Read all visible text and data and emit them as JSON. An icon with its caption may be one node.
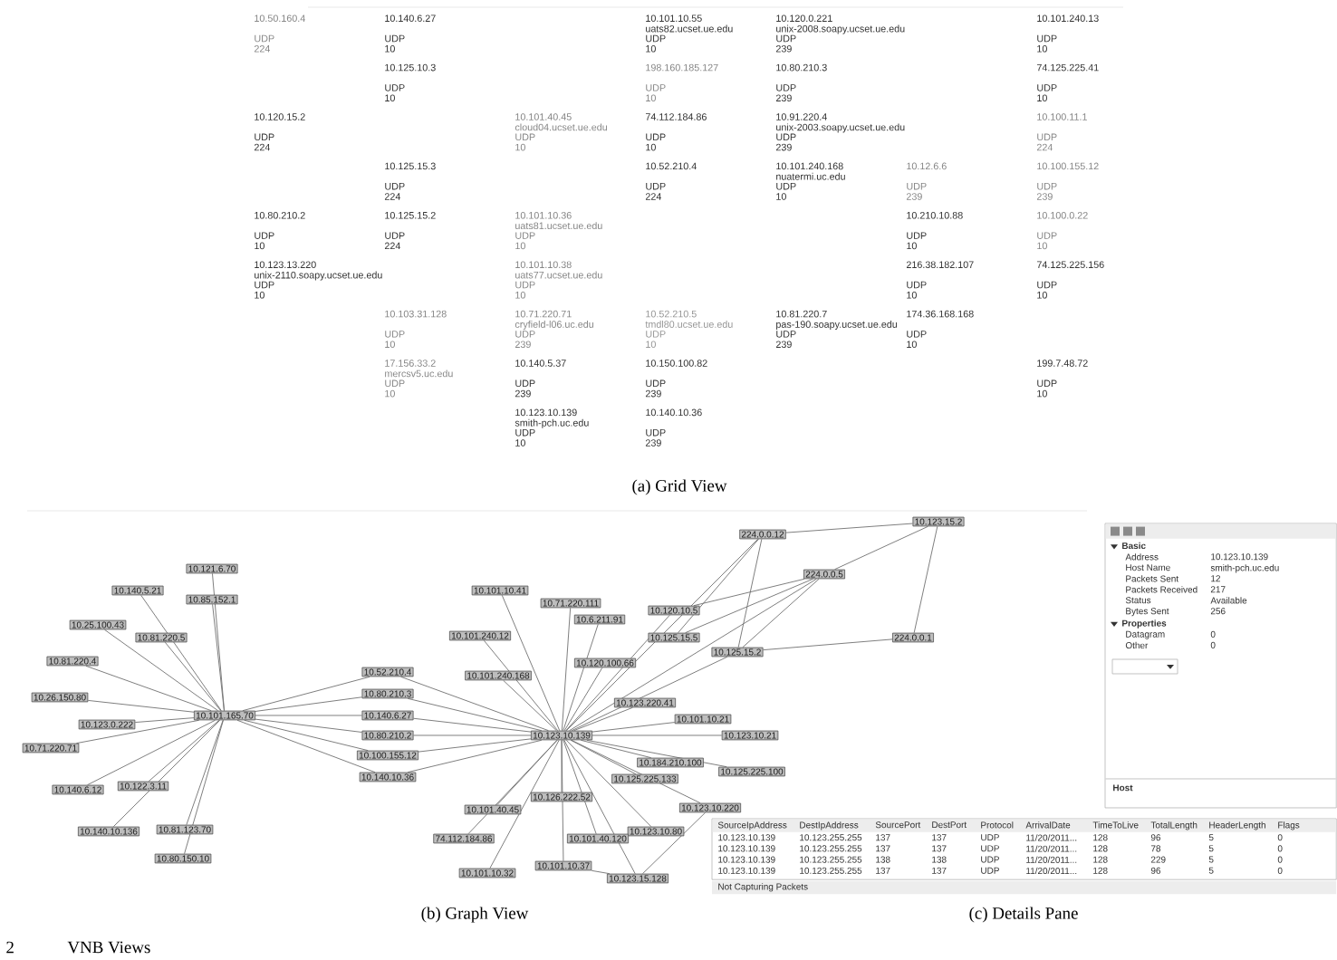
{
  "diagram": {
    "nodes": [
      {
        "text": [
          "10.101.165.70"
        ]
      },
      {
        "text": [
          "10.121.6.70"
        ]
      },
      {
        "text": [
          "10.140.5.21"
        ]
      },
      {
        "text": [
          "10.85.152.1"
        ]
      },
      {
        "text": [
          "10.25.100.43"
        ]
      },
      {
        "text": [
          "10.81.220.5"
        ]
      },
      {
        "text": [
          "10.81.220.4"
        ]
      },
      {
        "text": [
          "10.26.150.80"
        ]
      },
      {
        "text": [
          "10.123.0.222"
        ]
      },
      {
        "text": [
          "10.71.220.71"
        ]
      },
      {
        "text": [
          "10.140.6.12"
        ]
      },
      {
        "text": [
          "10.122.3.11"
        ]
      },
      {
        "text": [
          "10.140.10.136"
        ]
      },
      {
        "text": [
          "10.81.123.70"
        ]
      },
      {
        "text": [
          "10.80.150.10"
        ]
      },
      {
        "text": [
          "10.52.210.4"
        ]
      },
      {
        "text": [
          "10.80.210.3"
        ]
      },
      {
        "text": [
          "10.140.6.27"
        ]
      },
      {
        "text": [
          "10.80.210.2"
        ]
      },
      {
        "text": [
          "10.100.155.12"
        ]
      },
      {
        "text": [
          "10.140.10.36"
        ]
      },
      {
        "text": [
          "10.123.10.139"
        ]
      },
      {
        "text": [
          "10.101.10.41"
        ]
      },
      {
        "text": [
          "10.71.220.111"
        ]
      },
      {
        "text": [
          "10.6.211.91"
        ]
      },
      {
        "text": [
          "10.120.10.5"
        ]
      },
      {
        "text": [
          "10.101.240.12"
        ]
      },
      {
        "text": [
          "10.101.240.168"
        ]
      },
      {
        "text": [
          "10.120.100.66"
        ]
      },
      {
        "text": [
          "224.0.0.12"
        ]
      },
      {
        "text": [
          "10.123.15.2"
        ]
      },
      {
        "text": [
          "224.0.0.5"
        ]
      },
      {
        "text": [
          "10.125.15.5"
        ]
      },
      {
        "text": [
          "10.125.15.2"
        ]
      },
      {
        "text": [
          "224.0.0.1"
        ]
      },
      {
        "text": [
          "10.123.220.41"
        ]
      },
      {
        "text": [
          "10.101.10.21"
        ]
      },
      {
        "text": [
          "10.123.10.21"
        ]
      },
      {
        "text": [
          "10.184.210.100"
        ]
      },
      {
        "text": [
          "10.125.225.100"
        ]
      },
      {
        "text": [
          "10.125.225.133"
        ]
      },
      {
        "text": [
          "10.126.222.52"
        ]
      },
      {
        "text": [
          "10.123.10.220"
        ]
      },
      {
        "text": [
          "10.123.10.80"
        ]
      },
      {
        "text": [
          "10.101.40.45"
        ]
      },
      {
        "text": [
          "74.112.184.86"
        ]
      },
      {
        "text": [
          "10.101.40.120"
        ]
      },
      {
        "text": [
          "10.101.10.32"
        ]
      },
      {
        "text": [
          "10.101.10.37"
        ]
      },
      {
        "text": [
          "10.123.15.128"
        ]
      }
    ],
    "edges": [
      {
        "from": 0,
        "to": 1,
        "arrow": "none"
      },
      {
        "from": 0,
        "to": 2,
        "arrow": "none"
      },
      {
        "from": 0,
        "to": 3,
        "arrow": "none"
      },
      {
        "from": 0,
        "to": 4,
        "arrow": "none"
      },
      {
        "from": 0,
        "to": 5,
        "arrow": "none"
      },
      {
        "from": 0,
        "to": 6,
        "arrow": "none"
      },
      {
        "from": 0,
        "to": 7,
        "arrow": "none"
      },
      {
        "from": 0,
        "to": 8,
        "arrow": "none"
      },
      {
        "from": 0,
        "to": 9,
        "arrow": "none"
      },
      {
        "from": 0,
        "to": 10,
        "arrow": "none"
      },
      {
        "from": 0,
        "to": 11,
        "arrow": "none"
      },
      {
        "from": 0,
        "to": 12,
        "arrow": "none"
      },
      {
        "from": 0,
        "to": 13,
        "arrow": "none"
      },
      {
        "from": 0,
        "to": 14,
        "arrow": "none"
      },
      {
        "from": 0,
        "to": 15,
        "arrow": "none"
      },
      {
        "from": 0,
        "to": 16,
        "arrow": "none"
      },
      {
        "from": 0,
        "to": 17,
        "arrow": "none"
      },
      {
        "from": 0,
        "to": 18,
        "arrow": "none"
      },
      {
        "from": 0,
        "to": 19,
        "arrow": "none"
      },
      {
        "from": 0,
        "to": 20,
        "arrow": "none"
      },
      {
        "from": 15,
        "to": 21,
        "arrow": "none"
      },
      {
        "from": 16,
        "to": 21,
        "arrow": "none"
      },
      {
        "from": 17,
        "to": 21,
        "arrow": "none"
      },
      {
        "from": 18,
        "to": 21,
        "arrow": "none"
      },
      {
        "from": 19,
        "to": 21,
        "arrow": "none"
      },
      {
        "from": 20,
        "to": 21,
        "arrow": "none"
      },
      {
        "from": 21,
        "to": 22,
        "arrow": "none"
      },
      {
        "from": 21,
        "to": 23,
        "arrow": "none"
      },
      {
        "from": 21,
        "to": 24,
        "arrow": "none"
      },
      {
        "from": 21,
        "to": 25,
        "arrow": "none"
      },
      {
        "from": 21,
        "to": 26,
        "arrow": "none"
      },
      {
        "from": 21,
        "to": 27,
        "arrow": "none"
      },
      {
        "from": 21,
        "to": 28,
        "arrow": "none"
      },
      {
        "from": 21,
        "to": 29,
        "arrow": "none"
      },
      {
        "from": 21,
        "to": 31,
        "arrow": "none"
      },
      {
        "from": 21,
        "to": 33,
        "arrow": "none"
      },
      {
        "from": 21,
        "to": 35,
        "arrow": "none"
      },
      {
        "from": 21,
        "to": 36,
        "arrow": "none"
      },
      {
        "from": 21,
        "to": 37,
        "arrow": "none"
      },
      {
        "from": 21,
        "to": 38,
        "arrow": "none"
      },
      {
        "from": 21,
        "to": 39,
        "arrow": "none"
      },
      {
        "from": 21,
        "to": 40,
        "arrow": "none"
      },
      {
        "from": 21,
        "to": 41,
        "arrow": "none"
      },
      {
        "from": 21,
        "to": 42,
        "arrow": "none"
      },
      {
        "from": 21,
        "to": 43,
        "arrow": "none"
      },
      {
        "from": 21,
        "to": 44,
        "arrow": "none"
      },
      {
        "from": 21,
        "to": 45,
        "arrow": "none"
      },
      {
        "from": 21,
        "to": 46,
        "arrow": "none"
      },
      {
        "from": 21,
        "to": 47,
        "arrow": "none"
      },
      {
        "from": 21,
        "to": 48,
        "arrow": "none"
      },
      {
        "from": 21,
        "to": 49,
        "arrow": "none"
      },
      {
        "from": 29,
        "to": 30,
        "arrow": "none"
      },
      {
        "from": 29,
        "to": 32,
        "arrow": "none"
      },
      {
        "from": 29,
        "to": 33,
        "arrow": "none"
      },
      {
        "from": 30,
        "to": 31,
        "arrow": "none"
      },
      {
        "from": 30,
        "to": 34,
        "arrow": "none"
      },
      {
        "from": 31,
        "to": 25,
        "arrow": "none"
      },
      {
        "from": 31,
        "to": 32,
        "arrow": "none"
      },
      {
        "from": 31,
        "to": 33,
        "arrow": "none"
      },
      {
        "from": 34,
        "to": 33,
        "arrow": "none"
      },
      {
        "from": 42,
        "to": 49,
        "arrow": "none"
      },
      {
        "from": 48,
        "to": 49,
        "arrow": "none"
      }
    ],
    "labels": [
      "10.50.160.4",
      "UDP",
      "224",
      "10.140.6.27",
      "UDP",
      "10",
      "10.101.10.55",
      "uats82.ucset.ue.edu",
      "UDP",
      "10",
      "10.120.0.221",
      "unix-2008.soapy.ucset.ue.edu",
      "UDP",
      "239",
      "10.101.240.13",
      "UDP",
      "10",
      "10.125.10.3",
      "UDP",
      "10",
      "198.160.185.127",
      "UDP",
      "10",
      "10.80.210.3",
      "UDP",
      "239",
      "74.125.225.41",
      "UDP",
      "10",
      "10.120.15.2",
      "UDP",
      "224",
      "10.101.40.45",
      "cloud04.ucset.ue.edu",
      "UDP",
      "10",
      "74.112.184.86",
      "UDP",
      "10",
      "10.91.220.4",
      "unix-2003.soapy.ucset.ue.edu",
      "UDP",
      "239",
      "10.100.11.1",
      "UDP",
      "224",
      "10.125.15.3",
      "UDP",
      "224",
      "10.52.210.4",
      "UDP",
      "224",
      "10.101.240.168",
      "nuatermi.uc.edu",
      "UDP",
      "10",
      "10.12.6.6",
      "UDP",
      "239",
      "10.100.155.12",
      "UDP",
      "239",
      "10.80.210.2",
      "UDP",
      "10",
      "10.125.15.2",
      "UDP",
      "224",
      "10.101.10.36",
      "uats81.ucset.ue.edu",
      "UDP",
      "10",
      "10.210.10.88",
      "UDP",
      "10",
      "10.100.0.22",
      "UDP",
      "10",
      "10.123.13.220",
      "unix-2110.soapy.ucset.ue.edu",
      "UDP",
      "10",
      "10.101.10.38",
      "uats77.ucset.ue.edu",
      "UDP",
      "10",
      "216.38.182.107",
      "UDP",
      "10",
      "74.125.225.156",
      "UDP",
      "10",
      "10.103.31.128",
      "UDP",
      "10",
      "10.71.220.71",
      "cryfield-l06.uc.edu",
      "UDP",
      "239",
      "10.52.210.5",
      "tmdl80.ucset.ue.edu",
      "UDP",
      "10",
      "10.81.220.7",
      "pas-190.soapy.ucset.ue.edu",
      "UDP",
      "239",
      "174.36.168.168",
      "UDP",
      "10",
      "17.156.33.2",
      "mercsv5.uc.edu",
      "UDP",
      "10",
      "10.140.5.37",
      "UDP",
      "239",
      "10.150.100.82",
      "UDP",
      "239",
      "199.7.48.72",
      "UDP",
      "10",
      "10.123.10.139",
      "smith-pch.uc.edu",
      "UDP",
      "10",
      "10.140.10.36",
      "UDP",
      "239",
      "(a) Grid View",
      "Basic",
      "Address",
      "10.123.10.139",
      "Host Name",
      "smith-pch.uc.edu",
      "Packets Sent",
      "12",
      "Packets Received",
      "217",
      "Status",
      "Available",
      "Bytes Sent",
      "256",
      "Properties",
      "Datagram",
      "0",
      "Other",
      "0",
      "Host",
      "SourceIpAddress",
      "DestIpAddress",
      "SourcePort",
      "DestPort",
      "Protocol",
      "ArrivalDate",
      "TimeToLive",
      "TotalLength",
      "HeaderLength",
      "Flags",
      "10.123.10.139",
      "10.123.255.255",
      "137",
      "137",
      "UDP",
      "11/20/2011...",
      "128",
      "96",
      "5",
      "0",
      "10.123.10.139",
      "10.123.255.255",
      "137",
      "137",
      "UDP",
      "11/20/2011...",
      "128",
      "78",
      "5",
      "0",
      "10.123.10.139",
      "10.123.255.255",
      "138",
      "138",
      "UDP",
      "11/20/2011...",
      "128",
      "229",
      "5",
      "0",
      "10.123.10.139",
      "10.123.255.255",
      "137",
      "137",
      "UDP",
      "11/20/2011...",
      "128",
      "96",
      "5",
      "0",
      "Not Capturing Packets",
      "(b) Graph View",
      "(c) Details Pane",
      "2",
      "VNB Views"
    ]
  }
}
